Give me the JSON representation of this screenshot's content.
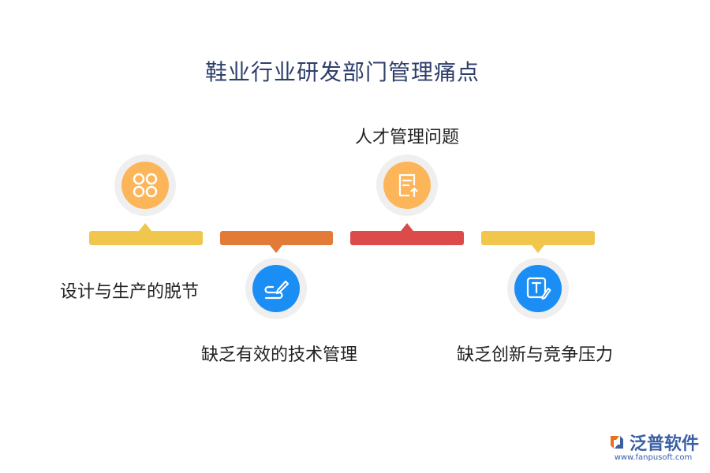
{
  "title": "鞋业行业研发部门管理痛点",
  "items": [
    {
      "label": "设计与生产的脱节",
      "color": "#f0c64d",
      "icon": "grid-circles-icon"
    },
    {
      "label": "缺乏有效的技术管理",
      "color": "#e27b37",
      "icon": "pen-signature-icon"
    },
    {
      "label": "人才管理问题",
      "color": "#dc4a4a",
      "icon": "document-upload-icon"
    },
    {
      "label": "缺乏创新与竞争压力",
      "color": "#f0c64d",
      "icon": "text-edit-icon"
    }
  ],
  "colors": {
    "orange_disc": "#fdb559",
    "blue_disc": "#1a8ef5"
  },
  "logo": {
    "name": "泛普软件",
    "url": "www.fanpusoft.com",
    "icon": "fanpu-logo-icon"
  }
}
